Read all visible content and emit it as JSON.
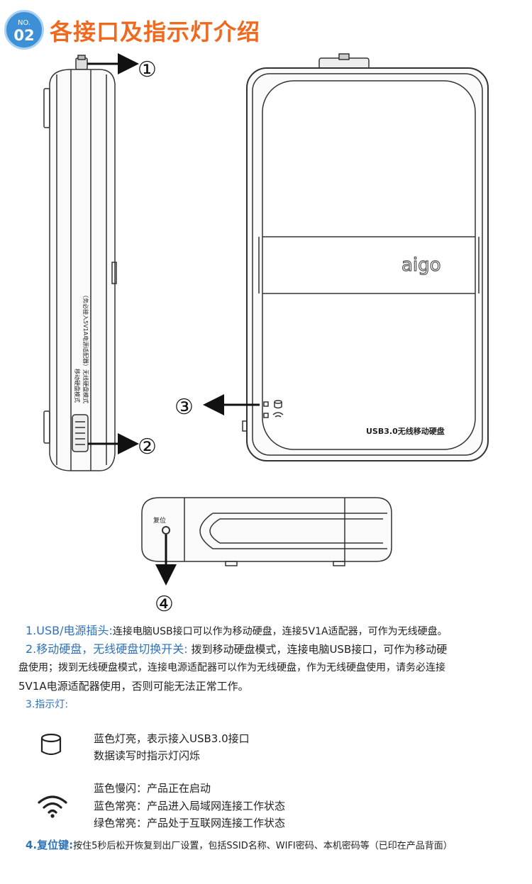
{
  "header": {
    "badge_no": "NO.",
    "badge_num": "02",
    "title": "各接口及指示灯介绍"
  },
  "diagram": {
    "callouts": [
      "①",
      "②",
      "③",
      "④"
    ],
    "side_label_line1": "（务必接入5V1A电源适配器）无线硬盘模式",
    "side_label_line2": "移动硬盘模式",
    "logo": "aigo",
    "front_label": "USB3.0无线移动硬盘",
    "reset_label": "复位"
  },
  "text": {
    "item1_head": "1.USB/电源插头:",
    "item1_body": "连接电脑USB接口可以作为移动硬盘，连接5V1A适配器，可作为无线硬盘。",
    "item2_head": "2.移动硬盘，无线硬盘切换开关:",
    "item2_body1": " 拨到移动硬盘模式，连接电脑USB接口，可作为移动硬",
    "item2_body2": "盘使用；拨到无线硬盘模式，连接电源适配器可以作为无线硬盘，作为无线硬盘使用，请务必连接",
    "item2_body3": "5V1A电源适配器使用，否则可能无法正常工作。",
    "item3_head": "3.指示灯:",
    "disk_line1": "蓝色灯亮，表示接入USB3.0接口",
    "disk_line2": "数据读写时指示灯闪烁",
    "wifi_line1": "蓝色慢闪：产品正在启动",
    "wifi_line2": "蓝色常亮：产品进入局域网连接工作状态",
    "wifi_line3": "绿色常亮：产品处于互联网连接工作状态",
    "item4_head": "4.复位键:",
    "item4_body": "按住5秒后松开恢复到出厂设置，包括SSID名称、WIFI密码、本机密码等（已印在产品背面）"
  },
  "icons": {
    "disk": "database-icon",
    "wifi": "wifi-icon"
  },
  "colors": {
    "accent_orange": "#ef6a21",
    "accent_blue": "#2f72b8",
    "badge_blue": "#3d8fd6"
  }
}
